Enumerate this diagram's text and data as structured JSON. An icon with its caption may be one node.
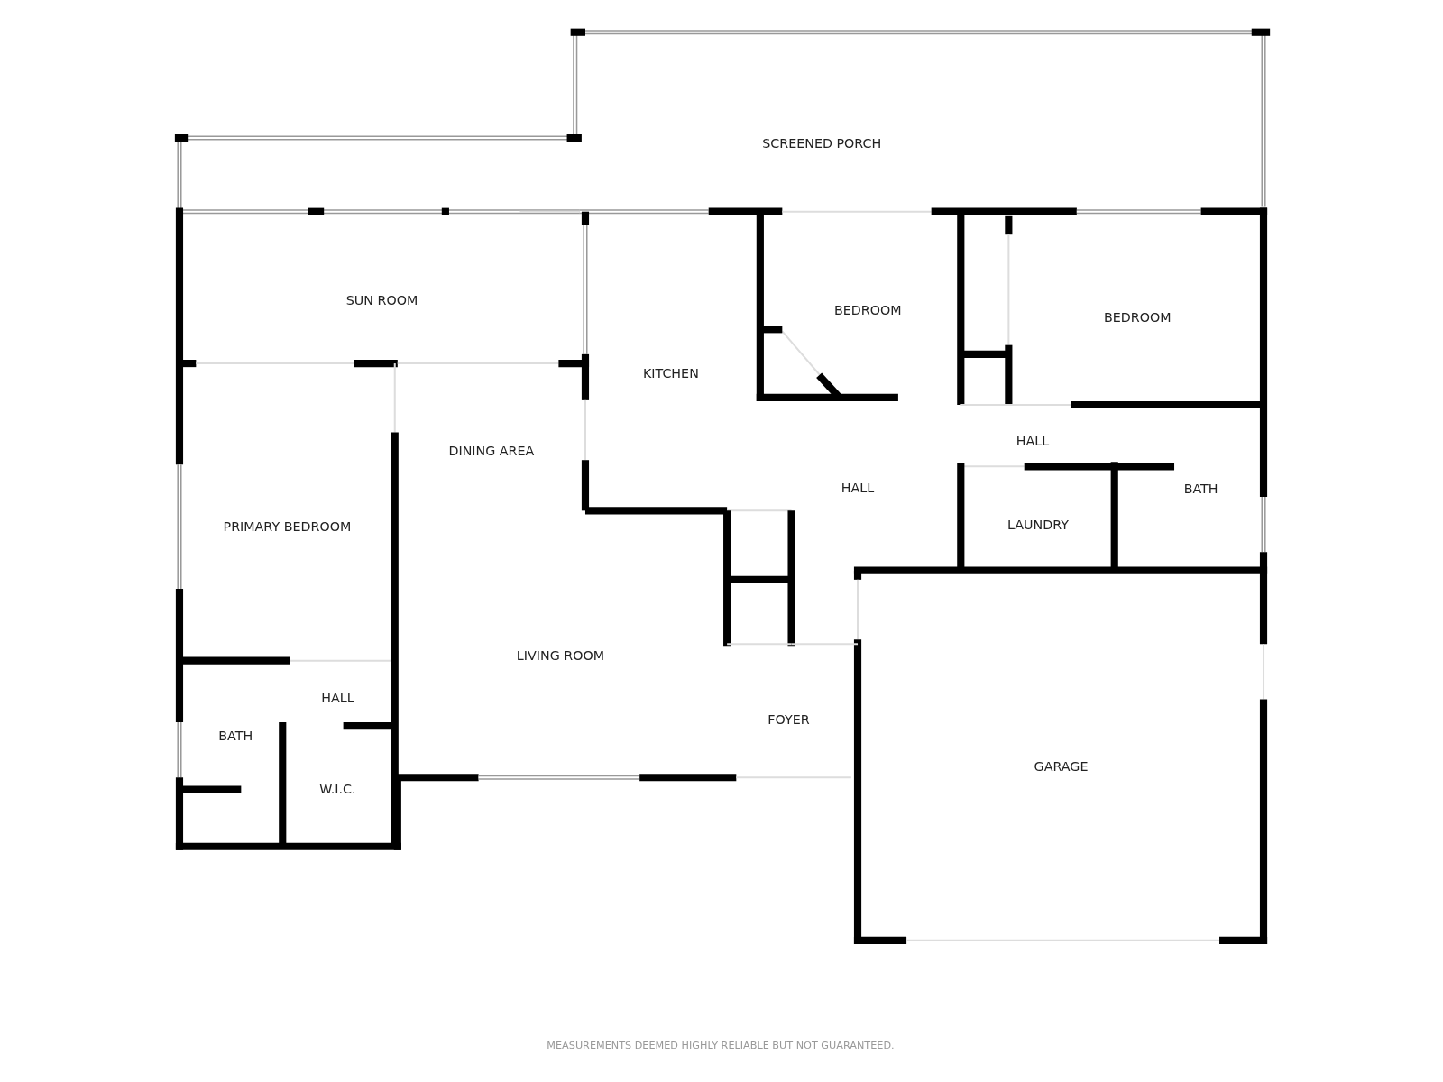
{
  "diagram": {
    "labels": [
      "SCREENED PORCH",
      "SUN ROOM",
      "BEDROOM",
      "BEDROOM",
      "KITCHEN",
      "HALL",
      "DINING AREA",
      "HALL",
      "BATH",
      "PRIMARY BEDROOM",
      "LAUNDRY",
      "LIVING ROOM",
      "HALL",
      "FOYER",
      "BATH",
      "GARAGE",
      "W.I.C.",
      "MEASUREMENTS DEEMED HIGHLY RELIABLE BUT NOT GUARANTEED."
    ]
  }
}
